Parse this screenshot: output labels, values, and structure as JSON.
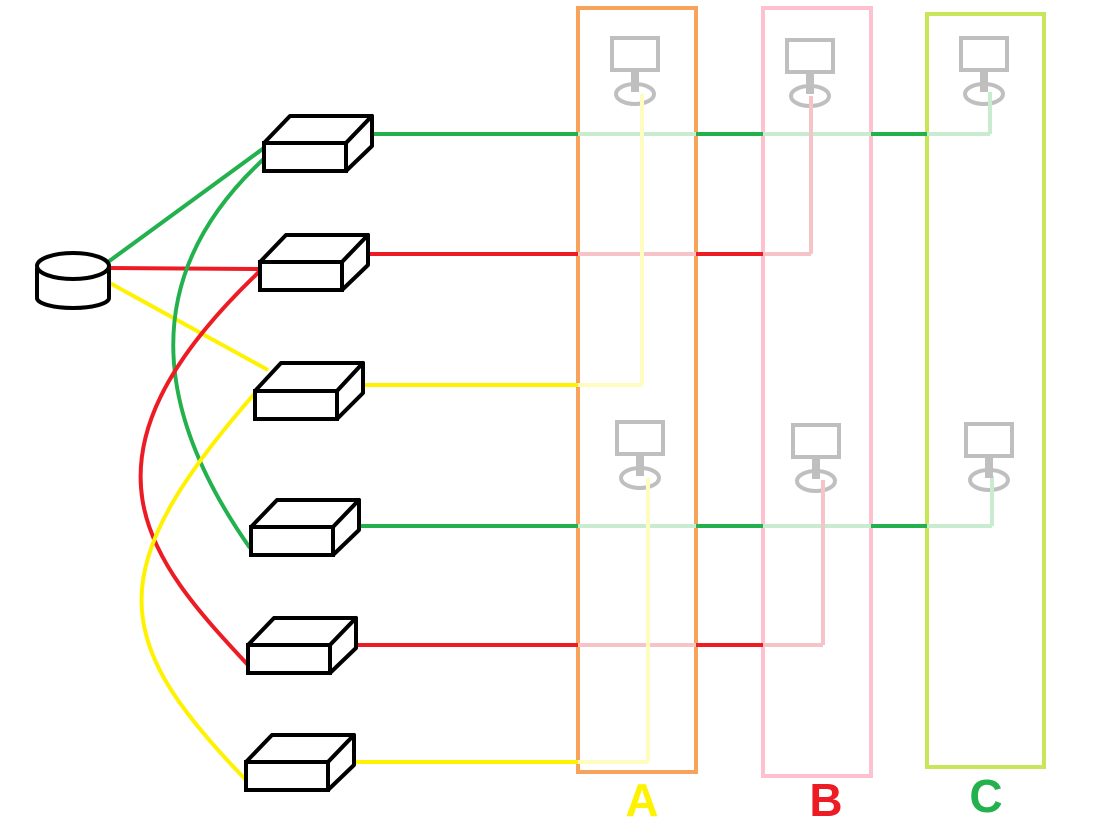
{
  "groups": [
    {
      "label": "A",
      "color": "#FFF200",
      "frame_color": "#F7A35C"
    },
    {
      "label": "B",
      "color": "#ED1C24",
      "frame_color": "#FFC0D0"
    },
    {
      "label": "C",
      "color": "#22B14C",
      "frame_color": "#C8E65A"
    }
  ],
  "link_colors": {
    "green": "#22B14C",
    "red": "#ED1C24",
    "yellow": "#FFF200",
    "green_light": "#C9EBD0",
    "red_light": "#F6C3C8",
    "yellow_light": "#FFFCC0"
  },
  "icons": {
    "database": "database-icon",
    "switch": "network-switch-icon",
    "terminal": "computer-terminal-icon"
  }
}
